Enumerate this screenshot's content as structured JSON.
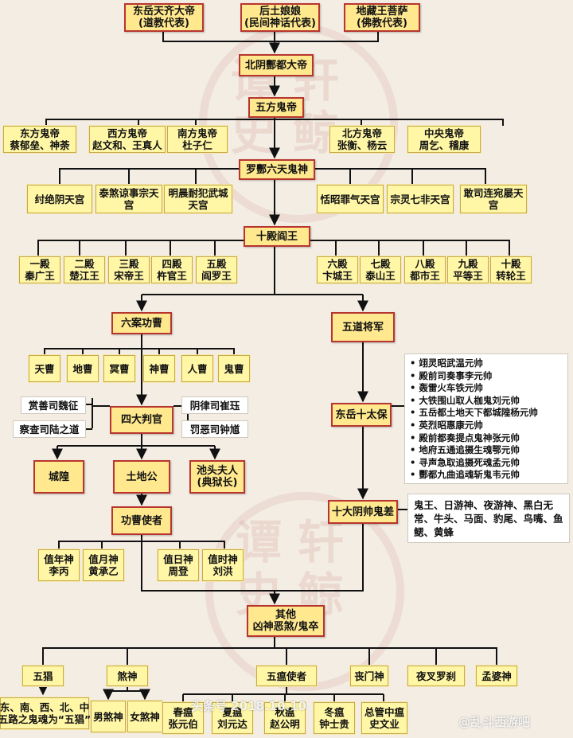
{
  "top": {
    "dongyue": [
      "东岳天齐大帝",
      "(道教代表)"
    ],
    "houtu": [
      "后土娘娘",
      "(民间神话代表)"
    ],
    "dizang": [
      "地藏王菩萨",
      "(佛教代表)"
    ]
  },
  "beiyin": "北阴酆都大帝",
  "wufang": {
    "title": "五方鬼帝",
    "items": [
      [
        "东方鬼帝",
        "蔡郁垒、神荼"
      ],
      [
        "西方鬼帝",
        "赵文和、王真人"
      ],
      [
        "南方鬼帝",
        "杜子仁"
      ],
      [
        "北方鬼帝",
        "张衡、杨云"
      ],
      [
        "中央鬼帝",
        "周乞、稽康"
      ]
    ]
  },
  "liutian": {
    "title": "罗酆六天鬼神",
    "items": [
      [
        "纣绝阴天宫"
      ],
      [
        "泰煞谅事宗天",
        "宫"
      ],
      [
        "明晨耐犯武城",
        "天宫"
      ],
      [
        "恬昭罪气天宫"
      ],
      [
        "宗灵七非天宫"
      ],
      [
        "敢司连宛屡天",
        "宫"
      ]
    ]
  },
  "shidian": {
    "title": "十殿阎王",
    "items": [
      [
        "一殿",
        "秦广王"
      ],
      [
        "二殿",
        "楚江王"
      ],
      [
        "三殿",
        "宋帝王"
      ],
      [
        "四殿",
        "杵官王"
      ],
      [
        "五殿",
        "阎罗王"
      ],
      [
        "六殿",
        "卞城王"
      ],
      [
        "七殿",
        "泰山王"
      ],
      [
        "八殿",
        "都市王"
      ],
      [
        "九殿",
        "平等王"
      ],
      [
        "十殿",
        "转轮王"
      ]
    ]
  },
  "liuan": {
    "title": "六案功曹",
    "items": [
      "天曹",
      "地曹",
      "冥曹",
      "神曹",
      "人曹",
      "鬼曹"
    ]
  },
  "wudao": "五道将军",
  "sida": {
    "title": "四大判官",
    "items": [
      "赏善司魏征",
      "察查司陆之道",
      "阴律司崔珏",
      "罚恶司钟馗"
    ]
  },
  "lower": {
    "chenghuang": "城隍",
    "tudi": "土地公",
    "chitou": [
      "池头夫人",
      "(典狱长)"
    ],
    "gongcao": "功曹使者"
  },
  "zhi": [
    [
      "值年神",
      "李丙"
    ],
    [
      "值月神",
      "黄承乙"
    ],
    [
      "值日神",
      "周登"
    ],
    [
      "值时神",
      "刘洪"
    ]
  ],
  "shitaibao": {
    "title": "东岳十太保",
    "items": [
      "翊灵昭武温元帅",
      "殿前司奏事李元帅",
      "轰雷火车铁元帅",
      "大铁围山取人枷鬼刘元帅",
      "五岳都土地天下都城隍杨元帅",
      "英烈昭惠康元帅",
      "殿前都奏提点鬼神张元帅",
      "地府五通追摄生魂鄂元帅",
      "寻声急取追摄死魂孟元帅",
      "酆都九曲追魂斩鬼韦元帅"
    ]
  },
  "shida": {
    "title": "十大阴帅鬼差",
    "desc": [
      "鬼王、日游神、夜游神、黑白无",
      "常、牛头、马面、豹尾、鸟嘴、鱼",
      "鳃、黄蜂"
    ]
  },
  "qita": [
    "其他",
    "凶神恶煞/鬼卒"
  ],
  "bottom": {
    "items": [
      "五猖",
      "煞神",
      "五瘟使者",
      "丧门神",
      "夜叉罗刹",
      "孟婆神"
    ],
    "wuchang": [
      "东、南、西、北、中",
      "五路之鬼魂为“五猖”"
    ],
    "shashen": [
      "男煞神",
      "女煞神"
    ],
    "wenshen": [
      [
        "春瘟",
        "张元伯"
      ],
      [
        "夏瘟",
        "刘元达"
      ],
      [
        "秋瘟",
        "赵公明"
      ],
      [
        "冬瘟",
        "钟士贵"
      ],
      [
        "总管中瘟",
        "史文业"
      ]
    ]
  },
  "watermark": {
    "chars": [
      "谭",
      "轩",
      "史",
      "鲸"
    ]
  },
  "footer": {
    "left": "头条号 2018.10.10",
    "right": "@乱斗西游吧"
  }
}
